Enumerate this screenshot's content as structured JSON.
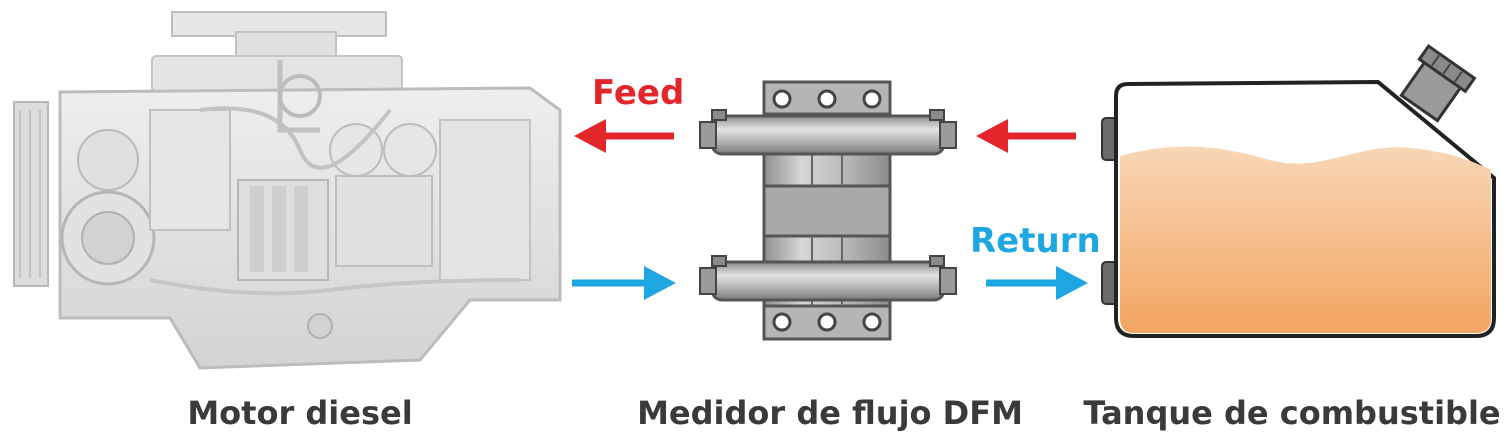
{
  "labels": {
    "feed": "Feed",
    "return": "Return"
  },
  "captions": {
    "engine": "Motor diesel",
    "meter": "Medidor de flujo DFM",
    "tank": "Tanque de combustible"
  },
  "colors": {
    "feed": "#e3262b",
    "return": "#1ea6e0",
    "fuel_top": "#f7cfa8",
    "fuel_bottom": "#f2a25c",
    "meter_body": "#b9b9b9",
    "engine": "#d8d8d8"
  },
  "icons": {
    "engine": "diesel-engine-icon",
    "meter": "flow-meter-icon",
    "tank": "fuel-tank-icon"
  }
}
